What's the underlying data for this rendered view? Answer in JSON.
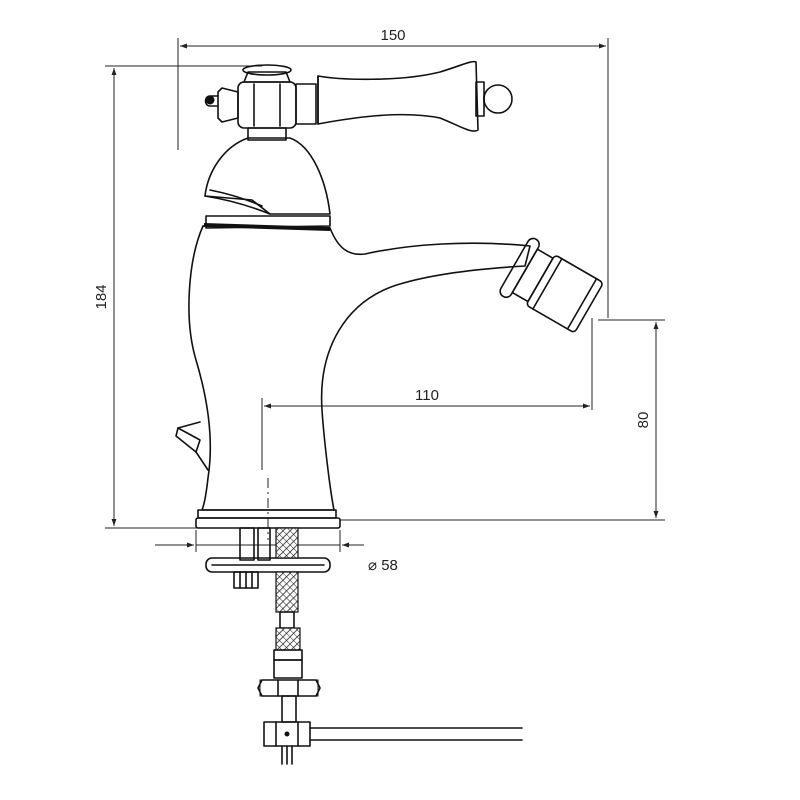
{
  "dimensions": {
    "total_width": "150",
    "total_height": "184",
    "spout_reach": "110",
    "spout_height": "80",
    "base_diameter": "⌀ 58"
  }
}
